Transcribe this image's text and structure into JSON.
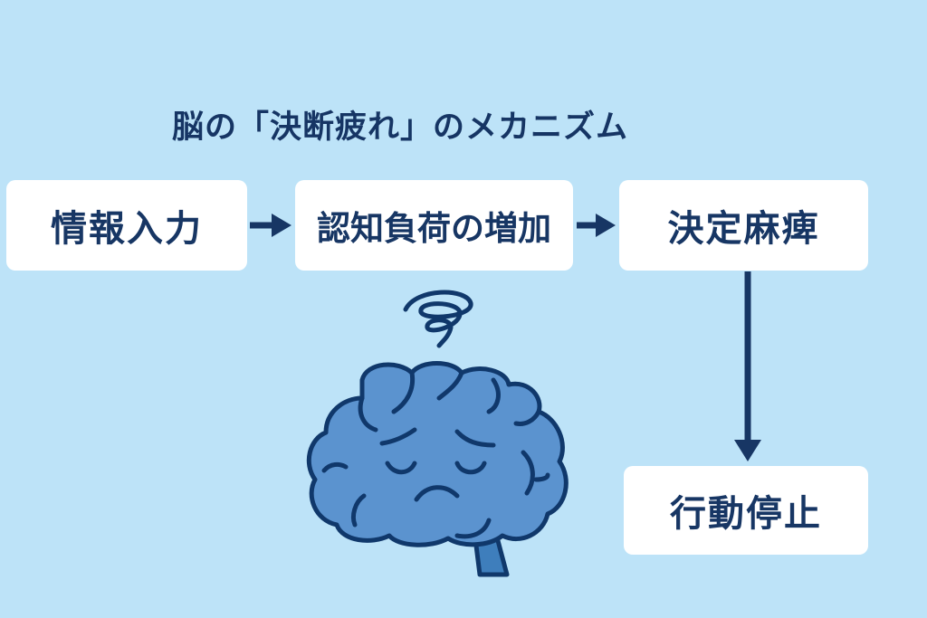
{
  "title": "脳の「決断疲れ」のメカニズム",
  "steps": [
    "情報入力",
    "認知負荷の増加",
    "決定麻痺",
    "行動停止"
  ],
  "colors": {
    "background": "#bde3f8",
    "text": "#173664",
    "brain_fill": "#5b93cf",
    "outline": "#10386b"
  }
}
